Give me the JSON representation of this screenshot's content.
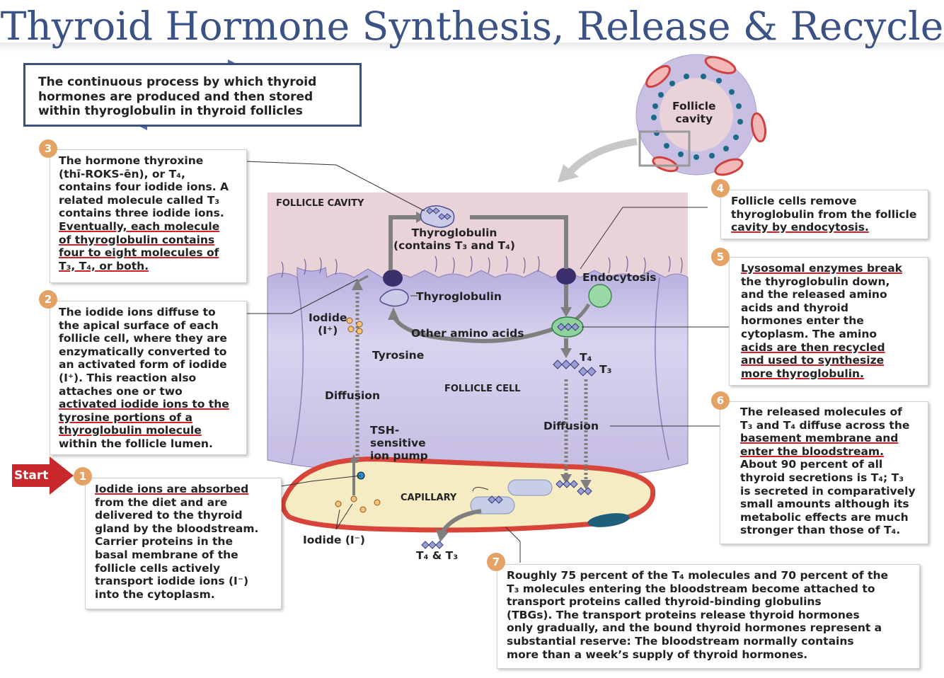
{
  "title": "Thyroid Hormone Synthesis, Release & Recycle",
  "definition": "The continuous process by which thyroid hormones are produced and then stored within thyroglobulin in thyroid follicles",
  "start_label": "Start",
  "steps": [
    {
      "num": "1",
      "lines": [
        "Iodide ions are absorbed",
        "from the diet and are",
        "delivered to the thyroid",
        "gland by the bloodstream.",
        "Carrier proteins in the",
        "basal membrane of the",
        "follicle cells actively",
        "transport iodide ions (I⁻)",
        "into the cytoplasm."
      ]
    },
    {
      "num": "2",
      "lines": [
        "The iodide ions diffuse to",
        "the apical surface of each",
        "follicle cell, where they are",
        "enzymatically converted to",
        "an activated form of iodide",
        "(I⁺). This reaction also",
        "attaches one or two",
        "activated iodide ions to the",
        "tyrosine portions of a",
        "thyroglobulin molecule",
        "within the follicle lumen."
      ]
    },
    {
      "num": "3",
      "lines": [
        "The hormone thyroxine",
        "(thī-ROKS-ēn), or T₄,",
        "contains four iodide ions. A",
        "related molecule called T₃",
        "contains three iodide ions.",
        "Eventually, each molecule",
        "of thyroglobulin contains",
        "four to eight molecules of",
        "T₃, T₄,  or both."
      ]
    },
    {
      "num": "4",
      "lines": [
        "Follicle cells remove",
        "thyroglobulin from the follicle",
        "cavity by endocytosis."
      ]
    },
    {
      "num": "5",
      "lines": [
        "Lysosomal enzymes break",
        "the thyroglobulin down,",
        "and the released amino",
        "acids and thyroid",
        "hormones enter the",
        "cytoplasm. The amino",
        "acids are then recycled",
        "and used to synthesize",
        "more thyroglobulin."
      ]
    },
    {
      "num": "6",
      "lines": [
        "The released molecules of",
        "T₃ and T₄ diffuse across the",
        "basement membrane and",
        "enter the bloodstream.",
        "About 90 percent of all",
        "thyroid secretions is T₄; T₃",
        "is secreted in comparatively",
        "small amounts although its",
        "metabolic effects are much",
        "stronger than those of T₄."
      ]
    },
    {
      "num": "7",
      "lines": [
        "Roughly 75 percent of the T₄ molecules and 70 percent of the",
        "T₃ molecules entering the bloodstream become attached to",
        "transport proteins called thyroid-binding globulins",
        "(TBGs). The transport proteins release thyroid hormones",
        "only gradually, and the bound thyroid hormones represent a",
        "substantial reserve: The bloodstream normally contains",
        "more than a week’s supply of thyroid hormones."
      ]
    }
  ],
  "diagram": {
    "follicle_cavity_region": "FOLLICLE CAVITY",
    "follicle_cell_region": "FOLLICLE CELL",
    "capillary_region": "CAPILLARY",
    "thyroglobulin_contains": "Thyroglobulin\n(contains T₃ and T₄)",
    "thyroglobulin": "Thyroglobulin",
    "endocytosis": "Endocytosis",
    "other_amino_acids": "Other amino acids",
    "tyrosine": "Tyrosine",
    "iodide_activated": "Iodide\n(I⁺)",
    "diffusion_left": "Diffusion",
    "diffusion_right": "Diffusion",
    "tsh_pump": "TSH-\nsensitive\nion pump",
    "iodide_blood": "Iodide (I⁻)",
    "t4": "T₄",
    "t3": "T₃",
    "t4_t3": "T₄ & T₃",
    "inset_follicle_cavity": "Follicle\ncavity"
  },
  "colors": {
    "title": "#3b5286",
    "badge": "#e4a264",
    "start_arrow": "#c8282c",
    "underline": "#d0202a",
    "lumen": "#e8cfd6",
    "cell": "#c8bfe3",
    "capillary_wall": "#d8443a",
    "capillary_fill": "#f6ecc3"
  }
}
